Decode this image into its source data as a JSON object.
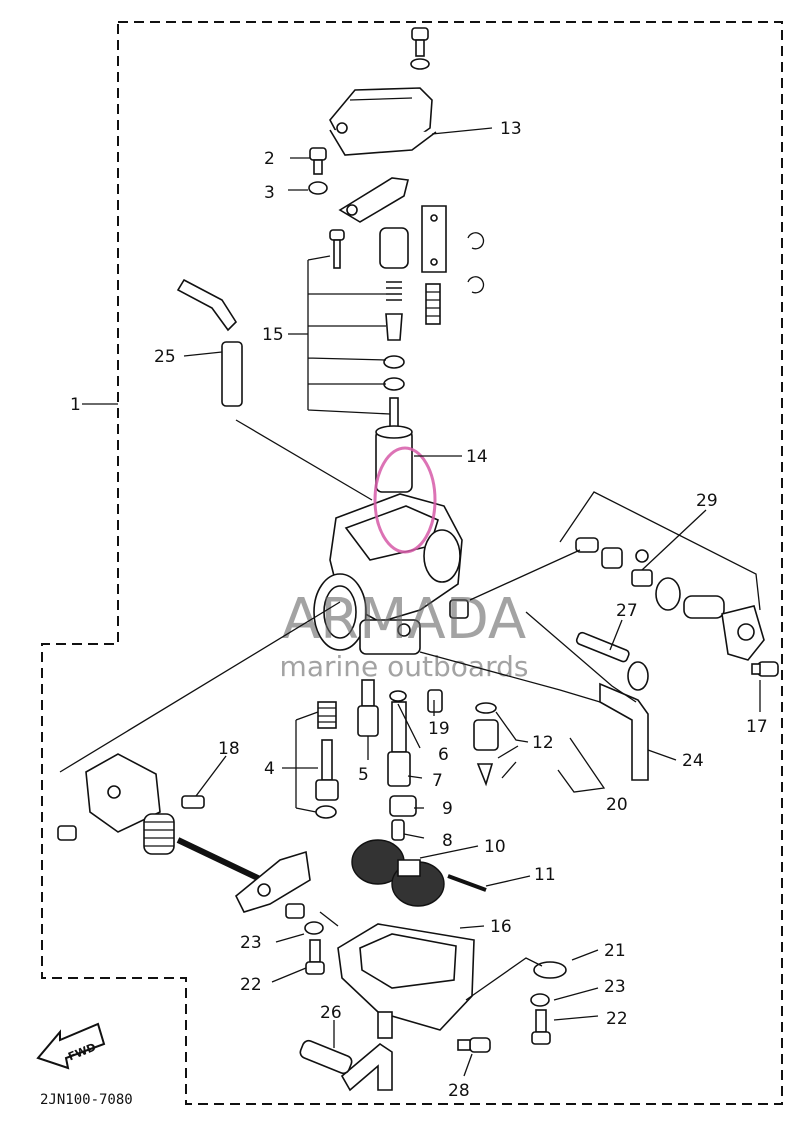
{
  "diagram": {
    "part_code": "2JN100-7080",
    "fwd_label": "FWD",
    "watermark": {
      "brand": "ARMADA",
      "tagline": "marine outboards"
    },
    "callouts": [
      {
        "id": "c1",
        "label": "1"
      },
      {
        "id": "c2",
        "label": "2"
      },
      {
        "id": "c3",
        "label": "3"
      },
      {
        "id": "c4",
        "label": "4"
      },
      {
        "id": "c5",
        "label": "5"
      },
      {
        "id": "c6",
        "label": "6"
      },
      {
        "id": "c7",
        "label": "7"
      },
      {
        "id": "c8",
        "label": "8"
      },
      {
        "id": "c9",
        "label": "9"
      },
      {
        "id": "c10",
        "label": "10"
      },
      {
        "id": "c11",
        "label": "11"
      },
      {
        "id": "c12",
        "label": "12"
      },
      {
        "id": "c13",
        "label": "13"
      },
      {
        "id": "c14",
        "label": "14"
      },
      {
        "id": "c15",
        "label": "15"
      },
      {
        "id": "c16",
        "label": "16"
      },
      {
        "id": "c17",
        "label": "17"
      },
      {
        "id": "c18",
        "label": "18"
      },
      {
        "id": "c19",
        "label": "19"
      },
      {
        "id": "c20",
        "label": "20"
      },
      {
        "id": "c21",
        "label": "21"
      },
      {
        "id": "c22a",
        "label": "22"
      },
      {
        "id": "c22b",
        "label": "22"
      },
      {
        "id": "c23a",
        "label": "23"
      },
      {
        "id": "c23b",
        "label": "23"
      },
      {
        "id": "c24",
        "label": "24"
      },
      {
        "id": "c25",
        "label": "25"
      },
      {
        "id": "c26",
        "label": "26"
      },
      {
        "id": "c27",
        "label": "27"
      },
      {
        "id": "c28",
        "label": "28"
      },
      {
        "id": "c29",
        "label": "29"
      }
    ]
  }
}
